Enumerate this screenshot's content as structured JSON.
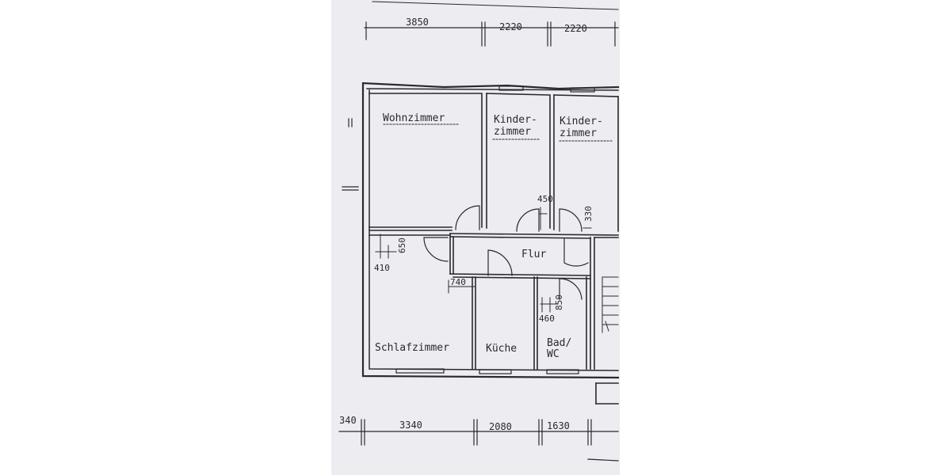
{
  "colors": {
    "paper": "#ececf1",
    "ink": "#2a2a2e",
    "background": "#ffffff"
  },
  "rooms": {
    "wohnzimmer": "Wohnzimmer",
    "kinder1_l1": "Kinder-",
    "kinder1_l2": "zimmer",
    "kinder2_l1": "Kinder-",
    "kinder2_l2": "zimmer",
    "flur": "Flur",
    "schlafzimmer": "Schlafzimmer",
    "kueche": "Küche",
    "bad_l1": "Bad/",
    "bad_l2": "WC"
  },
  "dimensions": {
    "top": [
      "3850",
      "2220",
      "2220"
    ],
    "bottom": [
      "340",
      "3340",
      "2080",
      "1630"
    ],
    "door_450": "450",
    "door_330": "330",
    "door_650": "650",
    "door_410": "410",
    "door_740": "740",
    "door_850": "850",
    "door_460": "460"
  }
}
